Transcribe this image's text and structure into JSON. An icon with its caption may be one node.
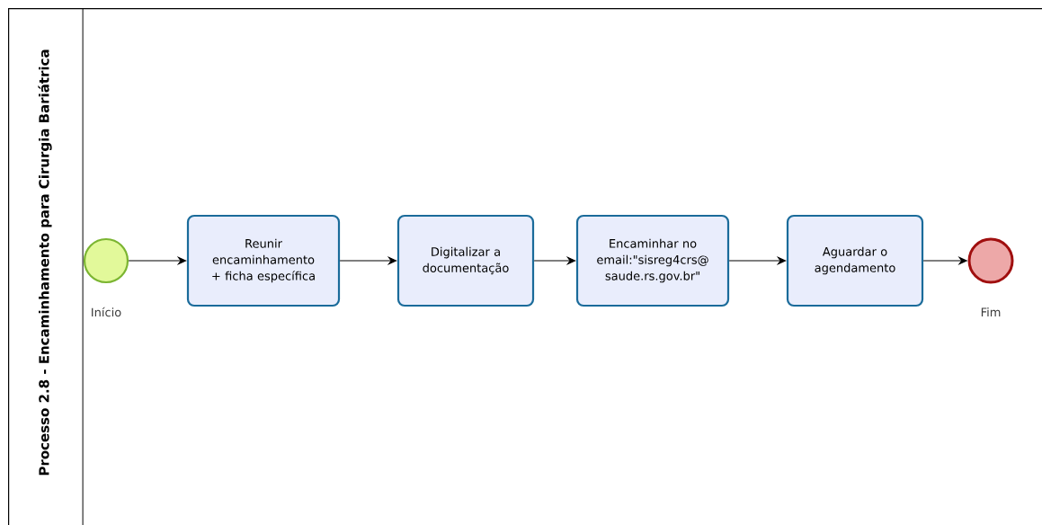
{
  "diagram": {
    "nodes": [
      {
        "text": [
          "Processo 2.8  -  Encaminhamento para Cirurgia Bariátrica"
        ]
      },
      {
        "text": [],
        "shape": "circle",
        "beside": [
          "Início"
        ],
        "in": 0
      },
      {
        "text": [
          "Reunir encaminhamento + ficha específica"
        ],
        "in": 0
      },
      {
        "text": [
          "Digitalizar a documentação"
        ],
        "in": 0
      },
      {
        "text": [
          "Encaminhar no email:\"sisreg4crs@ saude.rs.gov.br\""
        ],
        "in": 0
      },
      {
        "text": [
          "Aguardar o agendamento"
        ],
        "in": 0
      },
      {
        "text": [],
        "shape": "circle",
        "beside": [
          "Fim"
        ],
        "in": 0
      }
    ],
    "edges": [
      {
        "from": 1,
        "to": 2,
        "arrow": "to"
      },
      {
        "from": 2,
        "to": 3,
        "arrow": "to"
      },
      {
        "from": 3,
        "to": 4,
        "arrow": "to"
      },
      {
        "from": 4,
        "to": 5,
        "arrow": "to"
      },
      {
        "from": 5,
        "to": 6,
        "arrow": "to"
      }
    ]
  }
}
